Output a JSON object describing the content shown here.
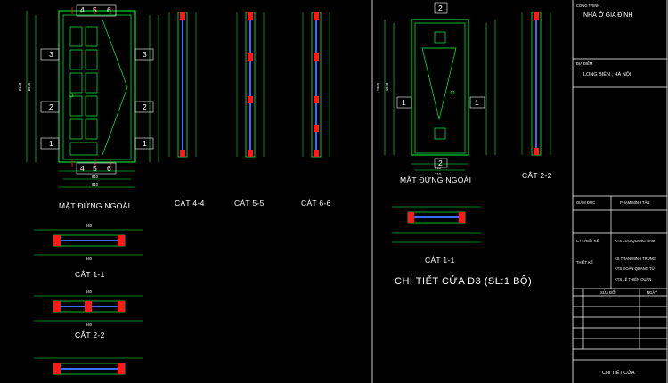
{
  "drawing": {
    "left_door": {
      "elevation_label": "MẶT ĐỨNG NGOÀI",
      "top_marks": [
        "4",
        "5",
        "6"
      ],
      "bottom_marks": [
        "4",
        "5",
        "6"
      ],
      "left_marks": [
        "3",
        "2",
        "1"
      ],
      "right_marks": [
        "3",
        "2",
        "1"
      ],
      "height_dims": [
        "2150",
        "2060"
      ],
      "width_dims": [
        "810",
        "910"
      ],
      "sections": [
        "CẮT 4-4",
        "CẮT 5-5",
        "CẮT 6-6"
      ],
      "plan_sections": [
        "CẮT 1-1",
        "CẮT 2-2"
      ],
      "plan_dims": [
        "840",
        "940"
      ]
    },
    "right_door": {
      "elevation_label": "MẶT ĐỨNG NGOÀI",
      "top_mark": "2",
      "bottom_mark": "2",
      "left_mark": "1",
      "right_mark": "1",
      "height_dims": [
        "1950",
        "1900"
      ],
      "width_dims": [
        "610",
        "710"
      ],
      "section_side": "CẮT 2-2",
      "section_plan": "CẮT 1-1",
      "title": "CHI TIẾT CỬA D3 (SL:1 BỘ)"
    }
  },
  "title_block": {
    "project_label": "CÔNG TRÌNH",
    "project_name": "NHÀ Ở GIA ĐÌNH",
    "location_label": "ĐỊA ĐIỂM",
    "location_value": "LONG BIÊN , HÀ NỘI",
    "director_label": "GIÁM ĐỐC",
    "director_name": "PHẠM MINH TÂN",
    "chief_design_label": "CT THIẾT KẾ",
    "chief_design_name": "KTS LƯU QUANG NAM",
    "design_label": "THIẾT KẾ",
    "designers": [
      "KS TRẦN MINH TRUNG",
      "KTS ĐOÀN QUANG TÚ",
      "KTS LÊ THIÊN QUÂN"
    ],
    "revision_header": "SỬA ĐỔI",
    "date_header": "NGÀY",
    "sheet_title": "CHI TIẾT CỬA"
  },
  "colors": {
    "background": "#000000",
    "frame": "#ffffff",
    "line_green": "#00ff3c",
    "line_red": "#ff1a1a",
    "line_blue": "#3a6cff",
    "line_yellow": "#ffff00",
    "line_cyan": "#00ffff"
  }
}
